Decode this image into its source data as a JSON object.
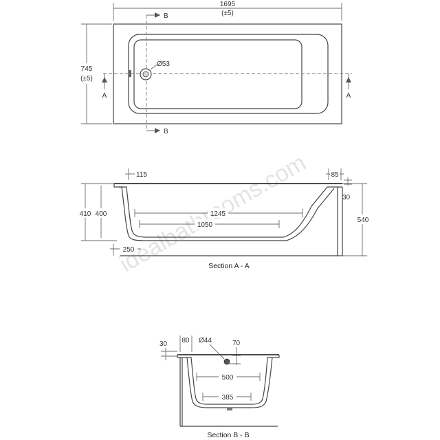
{
  "watermark": "idealbathrooms.com",
  "plan_view": {
    "length": "1695",
    "length_tolerance": "(±5)",
    "width": "745",
    "width_tolerance": "(±5)",
    "waste_diameter": "Ø53",
    "section_a_marker": "A",
    "section_b_marker": "B"
  },
  "section_a": {
    "title": "Section A - A",
    "rim_left": "115",
    "rim_right": "85",
    "rim_thickness": "30",
    "overall_height": "540",
    "outer_depth": "410",
    "inner_depth": "400",
    "top_length": "1245",
    "bottom_length": "1050",
    "panel_setback": "250"
  },
  "section_b": {
    "title": "Section B - B",
    "rim_thickness": "30",
    "rim_width": "80",
    "overflow_diameter": "Ø44",
    "overflow_height": "70",
    "top_width": "500",
    "bottom_width": "385"
  }
}
